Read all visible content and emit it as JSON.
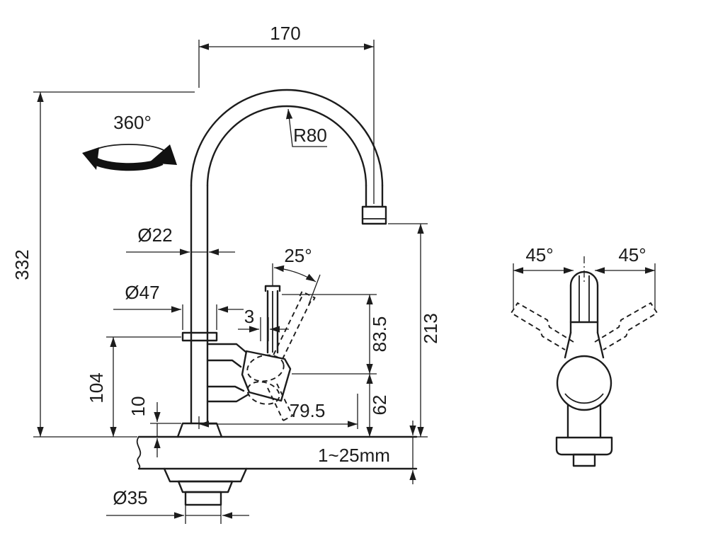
{
  "drawing": {
    "name": "Faucet installation dimension drawing",
    "labels": {
      "rotation": "360°",
      "top_reach": "170",
      "spout_radius": "R80",
      "spout_tube_diameter": "Ø22",
      "base_diameter": "Ø47",
      "handle_tilt_angle": "25°",
      "handle_offset": "3",
      "total_height": "332",
      "spout_outlet_height": "213",
      "handle_upper_height": "83.5",
      "handle_lower_height": "62",
      "handle_reach": "79.5",
      "body_height": "104",
      "base_flange_height": "10",
      "deck_thickness_range": "1~25mm",
      "mounting_hole_diameter": "Ø35",
      "swing_left": "45°",
      "swing_right": "45°"
    }
  }
}
